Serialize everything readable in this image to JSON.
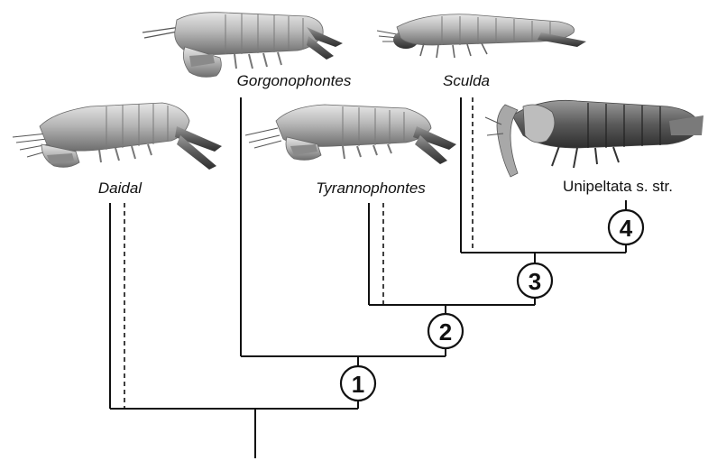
{
  "taxa": {
    "daidal": "Daidal",
    "gorgonophontes": "Gorgonophontes",
    "tyrannophontes": "Tyrannophontes",
    "sculda": "Sculda",
    "unipeltata": "Unipeltata s. str."
  },
  "nodes": {
    "n1": "1",
    "n2": "2",
    "n3": "3",
    "n4": "4"
  },
  "colors": {
    "line": "#111111",
    "body_shading": "#9a9a9a",
    "background": "#ffffff"
  }
}
